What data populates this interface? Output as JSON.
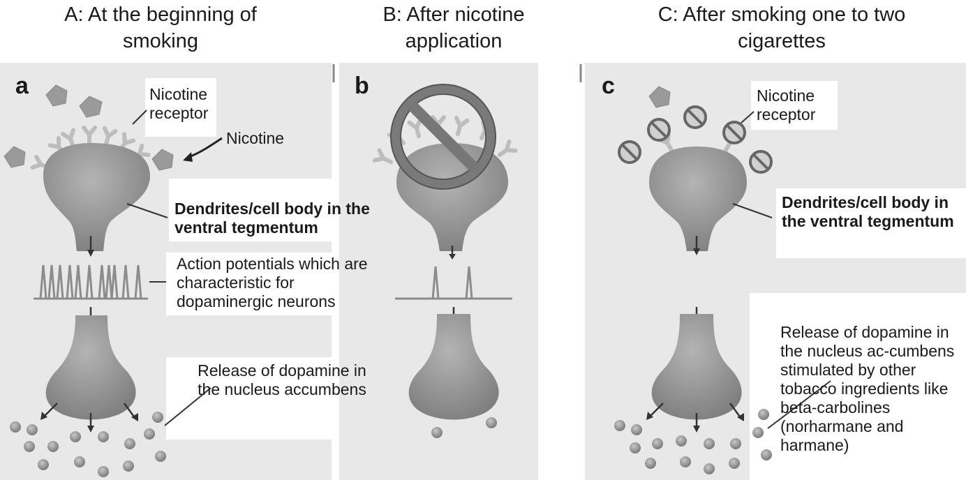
{
  "titles": {
    "a": "A: At the beginning of smoking",
    "b": "B: After nicotine application",
    "c": "C: After smoking one to two cigarettes"
  },
  "panel_letters": {
    "a": "a",
    "b": "b",
    "c": "c"
  },
  "labels": {
    "nicotine_receptor": "Nicotine receptor",
    "nicotine": "Nicotine",
    "dendrites_a": "Dendrites/cell body in the ventral tegmentum",
    "action_potentials": "Action potentials which are characteristic for dopaminergic neurons",
    "release_a": "Release of dopamine in the nucleus accumbens",
    "nicotine_receptor_c": "Nicotine receptor",
    "dendrites_c": "Dendrites/cell body in the ventral tegmentum",
    "release_c": "Release of dopamine in the nucleus ac-cumbens stimulated by other tobacco ingredients like beta-carbolines (norharmane and harmane)"
  },
  "colors": {
    "panel_bg": "#e8e8e8",
    "neuron": "#8f8f8f",
    "receptor": "#c4c4c4",
    "dopamine": "#999999",
    "block_sign": "#707070"
  }
}
